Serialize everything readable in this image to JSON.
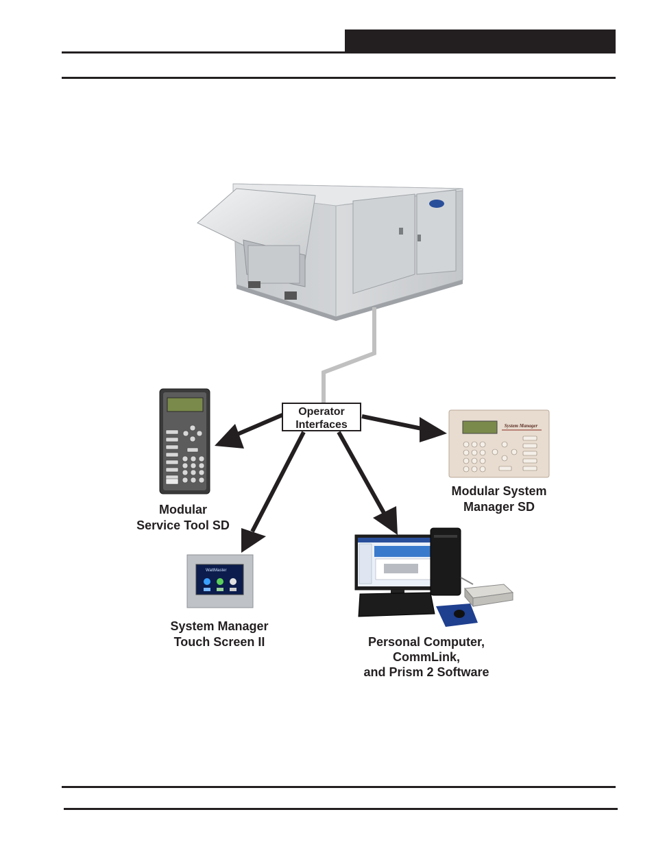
{
  "diagram": {
    "hub_label": [
      "Operator",
      "Interfaces"
    ],
    "devices": {
      "service_tool": [
        "Modular",
        "Service Tool SD"
      ],
      "system_manager": [
        "Modular System",
        "Manager SD"
      ],
      "touch_screen": [
        "System Manager",
        "Touch Screen II"
      ],
      "computer": [
        "Personal Computer,",
        "CommLink,",
        "and Prism 2 Software"
      ]
    },
    "device_screen_text": {
      "system_manager_brand": "System Manager",
      "touch_screen_brand": "WattMaster"
    },
    "colors": {
      "ink": "#231f20",
      "cable": "#c0c0c0",
      "unit_body": "#d4d6d8",
      "manager_panel": "#e8dcd0",
      "lcd_green": "#7a8a4a"
    }
  }
}
